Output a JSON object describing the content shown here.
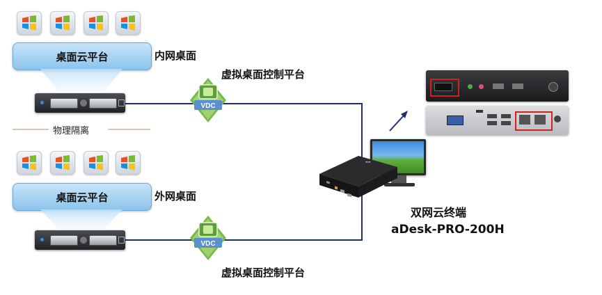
{
  "top_zone": {
    "platform_label": "桌面云平台",
    "desktop_label": "内网桌面",
    "vdc_text": "VDC",
    "control_label": "虚拟桌面控制平台"
  },
  "separator": {
    "label": "物理隔离"
  },
  "bottom_zone": {
    "platform_label": "桌面云平台",
    "desktop_label": "外网桌面",
    "vdc_text": "VDC",
    "control_label": "虚拟桌面控制平台"
  },
  "terminal": {
    "name": "双网云终端",
    "model": "aDesk-PRO-200H"
  },
  "colors": {
    "link_line": "#1f2f6b",
    "platform_fill": "#9fcdf0",
    "vdc_green": "#79c04a"
  }
}
